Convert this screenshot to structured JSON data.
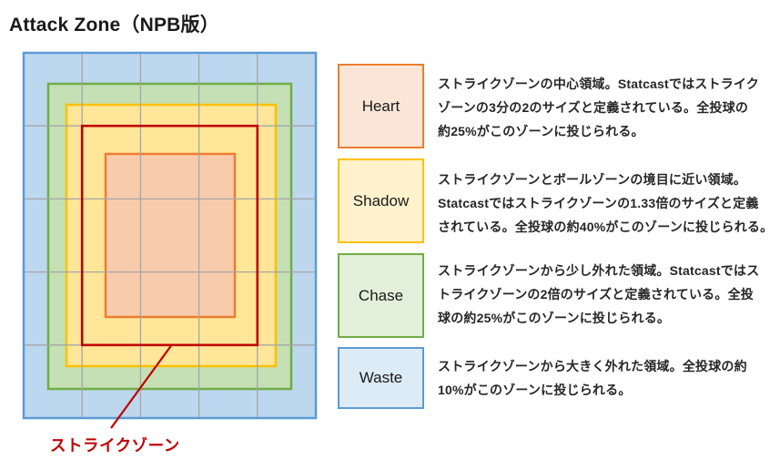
{
  "title": "Attack Zone（NPB版）",
  "diagram": {
    "strike_zone_label": "ストライクゾーン",
    "grid_color": "#A6A6A6",
    "strike_zone_border": "#C00000",
    "zones": {
      "waste": {
        "name": "Waste",
        "fill": "#BDD7EE",
        "border": "#5B9BD5"
      },
      "chase": {
        "name": "Chase",
        "fill": "#C5E0B4",
        "border": "#70AD47"
      },
      "shadow": {
        "name": "Shadow",
        "fill": "#FFE699",
        "border": "#FFC000"
      },
      "heart": {
        "name": "Heart",
        "fill": "#F8CBAD",
        "border": "#ED7D31"
      }
    }
  },
  "legend": {
    "items": [
      {
        "label": "Heart",
        "fill": "#FBE5D6",
        "border": "#ED7D31",
        "description": "ストライクゾーンの中心領域。Statcastではストライク\nゾーンの3分の2のサイズと定義されている。全投球の\n約25%がこのゾーンに投じられる。"
      },
      {
        "label": "Shadow",
        "fill": "#FFF2CC",
        "border": "#FFC000",
        "description": "ストライクゾーンとボールゾーンの境目に近い領域。\nStatcastではストライクゾーンの1.33倍のサイズと定義\nされている。全投球の約40%がこのゾーンに投じられる。"
      },
      {
        "label": "Chase",
        "fill": "#E2EFDA",
        "border": "#70AD47",
        "description": "ストライクゾーンから少し外れた領域。Statcastではス\nトライクゾーンの2倍のサイズと定義されている。全投\n球の約25%がこのゾーンに投じられる。"
      },
      {
        "label": "Waste",
        "fill": "#DDEBF7",
        "border": "#5B9BD5",
        "description": "ストライクゾーンから大きく外れた領域。全投球の約\n10%がこのゾーンに投じられる。"
      }
    ]
  }
}
